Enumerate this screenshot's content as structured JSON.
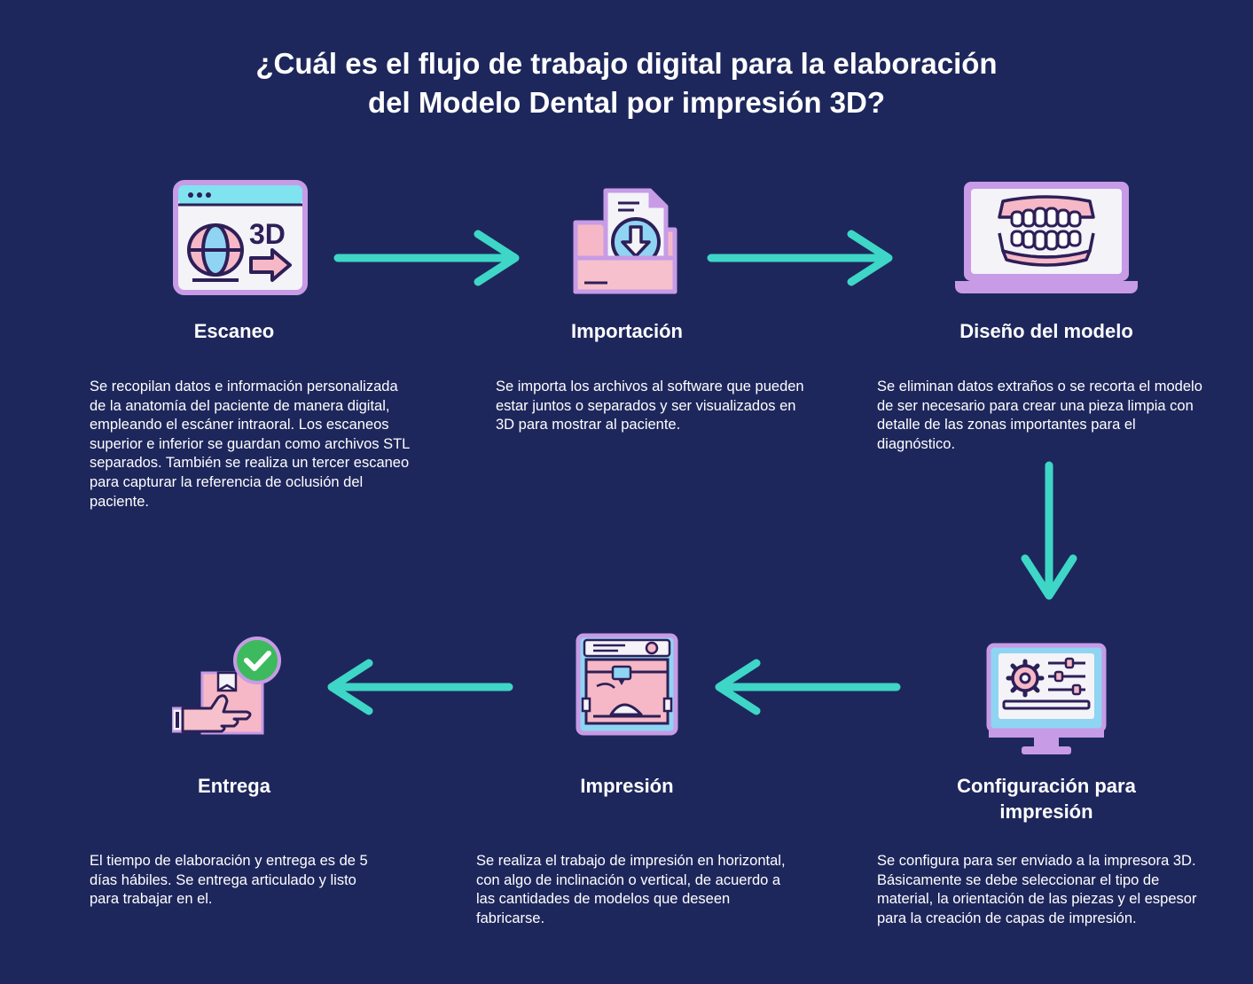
{
  "header": {
    "title_line1": "¿Cuál es el flujo de trabajo digital para la elaboración",
    "title_line2": "del Modelo Dental por impresión 3D?"
  },
  "colors": {
    "background": "#1e275c",
    "arrow": "#3ed6c6",
    "text": "#ffffff"
  },
  "steps": [
    {
      "title": "Escaneo",
      "icon": "scan-3d-icon",
      "description": "Se recopilan datos e información personalizada de la anatomía del paciente de manera digital, empleando el escáner intraoral. Los escaneos superior e inferior se guardan como archivos STL separados. También se realiza un tercer escaneo para capturar la referencia de oclusión del paciente."
    },
    {
      "title": "Importación",
      "icon": "file-import-icon",
      "description": "Se importa los archivos al software que pueden estar juntos o separados y ser visualizados en 3D para mostrar al paciente."
    },
    {
      "title": "Diseño del modelo",
      "icon": "laptop-dentures-icon",
      "description": "Se eliminan datos extraños o se recorta el modelo de ser necesario para crear una pieza limpia con detalle de las zonas importantes para el diagnóstico."
    },
    {
      "title_line1": "Configuración para",
      "title_line2": "impresión",
      "icon": "monitor-settings-icon",
      "description": "Se configura para ser enviado a la impresora 3D. Básicamente se debe seleccionar el tipo de material, la orientación de las piezas y el espesor para la creación de capas de impresión."
    },
    {
      "title": "Impresión",
      "icon": "3d-printer-icon",
      "description": "Se realiza el trabajo de impresión en horizontal, con algo de inclinación o vertical, de acuerdo a las cantidades de modelos que deseen fabricarse."
    },
    {
      "title": "Entrega",
      "icon": "delivery-box-check-icon",
      "description": "El tiempo de elaboración y entrega es de 5 días hábiles. Se entrega articulado y listo para trabajar en el."
    }
  ]
}
